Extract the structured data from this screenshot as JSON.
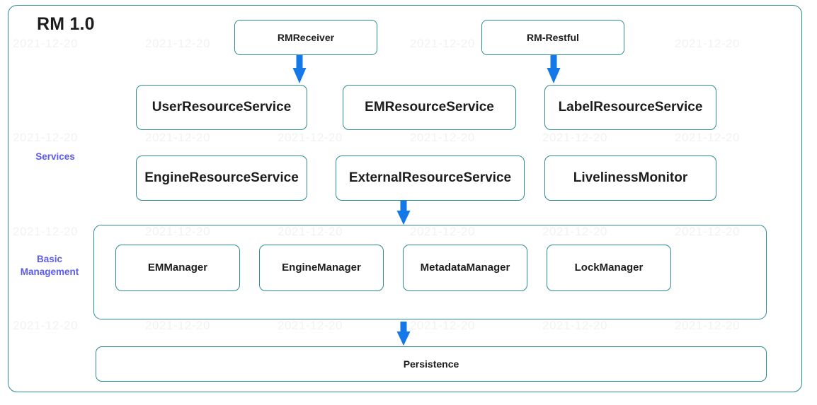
{
  "diagram": {
    "title": "RM 1.0",
    "border_color": "#2e8b8f",
    "arrow_color": "#1478e8",
    "band_label_color": "#5b5bec",
    "background": "#ffffff"
  },
  "watermark": {
    "text": "2021-12-20",
    "color": "#f2f2f2"
  },
  "entry_nodes": [
    {
      "id": "rm-receiver",
      "label": "RMReceiver"
    },
    {
      "id": "rm-restful",
      "label": "RM-Restful"
    }
  ],
  "bands": [
    {
      "id": "services",
      "label": "Services"
    },
    {
      "id": "basic-management",
      "label": "Basic\nManagement",
      "line1": "Basic",
      "line2": "Management"
    }
  ],
  "services_row_1": [
    {
      "id": "user-resource-service",
      "label": "UserResourceService"
    },
    {
      "id": "em-resource-service",
      "label": "EMResourceService"
    },
    {
      "id": "label-resource-service",
      "label": "LabelResourceService"
    }
  ],
  "services_row_2": [
    {
      "id": "engine-resource-service",
      "label": "EngineResourceService"
    },
    {
      "id": "external-resource-service",
      "label": "ExternalResourceService"
    },
    {
      "id": "liveliness-monitor",
      "label": "LivelinessMonitor"
    }
  ],
  "managers": [
    {
      "id": "em-manager",
      "label": "EMManager"
    },
    {
      "id": "engine-manager",
      "label": "EngineManager"
    },
    {
      "id": "metadata-manager",
      "label": "MetadataManager"
    },
    {
      "id": "lock-manager",
      "label": "LockManager"
    }
  ],
  "persistence": {
    "id": "persistence",
    "label": "Persistence"
  },
  "arrows": [
    {
      "id": "arrow-rmreceiver-to-userresourceservice",
      "from": "RMReceiver",
      "to": "UserResourceService"
    },
    {
      "id": "arrow-rmrestful-to-labelresourceservice",
      "from": "RM-Restful",
      "to": "LabelResourceService"
    },
    {
      "id": "arrow-externalresourceservice-to-basicmanagement",
      "from": "ExternalResourceService",
      "to": "Basic Management"
    },
    {
      "id": "arrow-basicmanagement-to-persistence",
      "from": "Basic Management",
      "to": "Persistence"
    }
  ]
}
